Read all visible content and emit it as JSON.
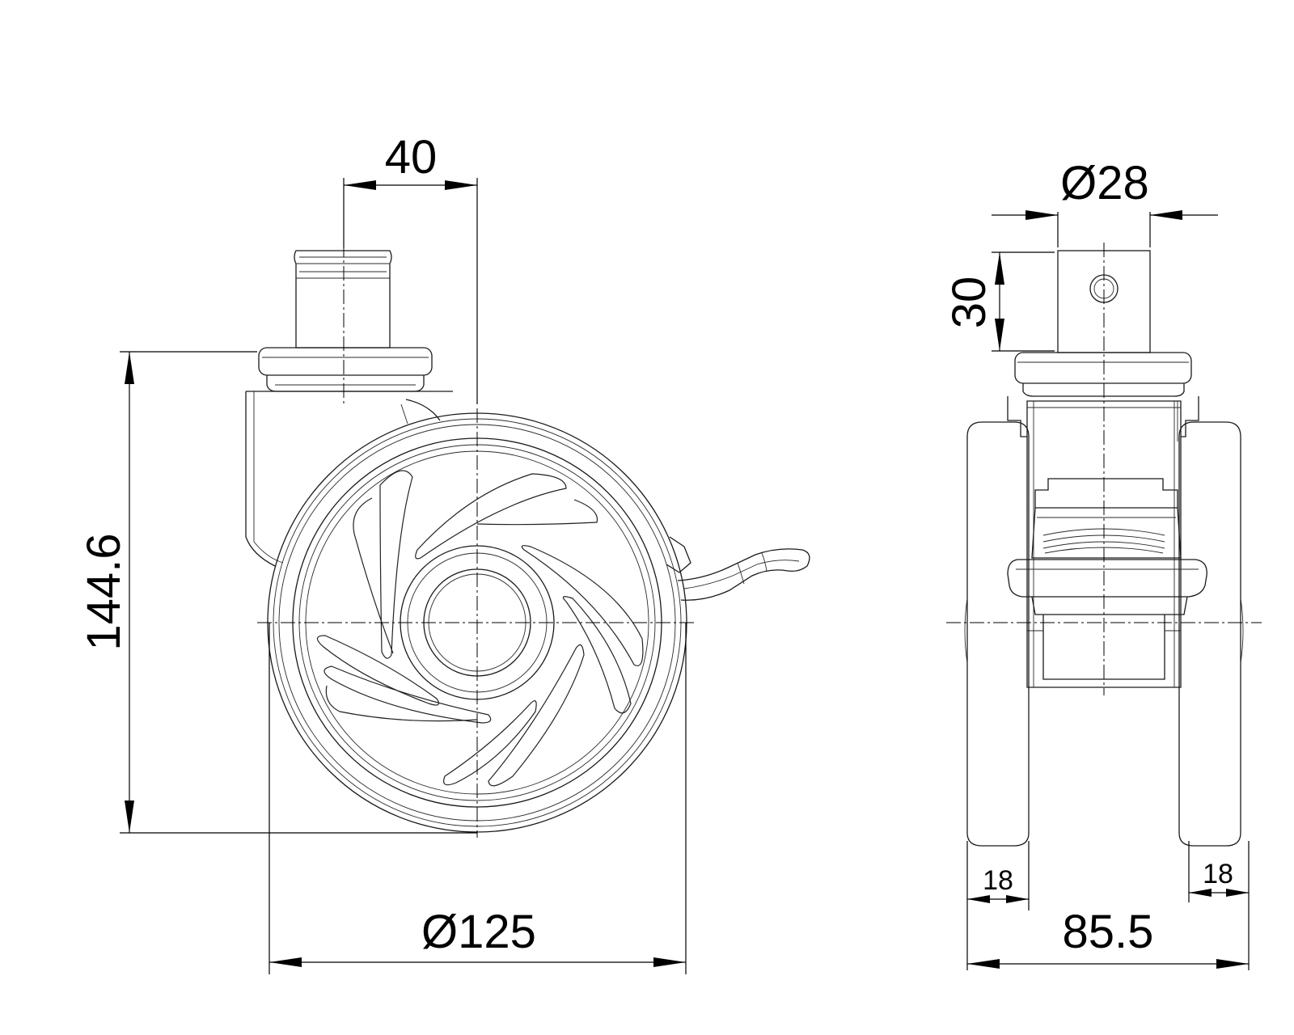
{
  "dimensions": {
    "side_view": {
      "stem_offset": "40",
      "overall_height": "144.6",
      "wheel_diameter": "Ø125"
    },
    "front_view": {
      "stem_diameter": "Ø28",
      "stem_height": "30",
      "wheel_width_left": "18",
      "wheel_width_right": "18",
      "overall_width": "85.5"
    }
  },
  "colors": {
    "line": "#1a1a1a",
    "background": "#ffffff"
  }
}
